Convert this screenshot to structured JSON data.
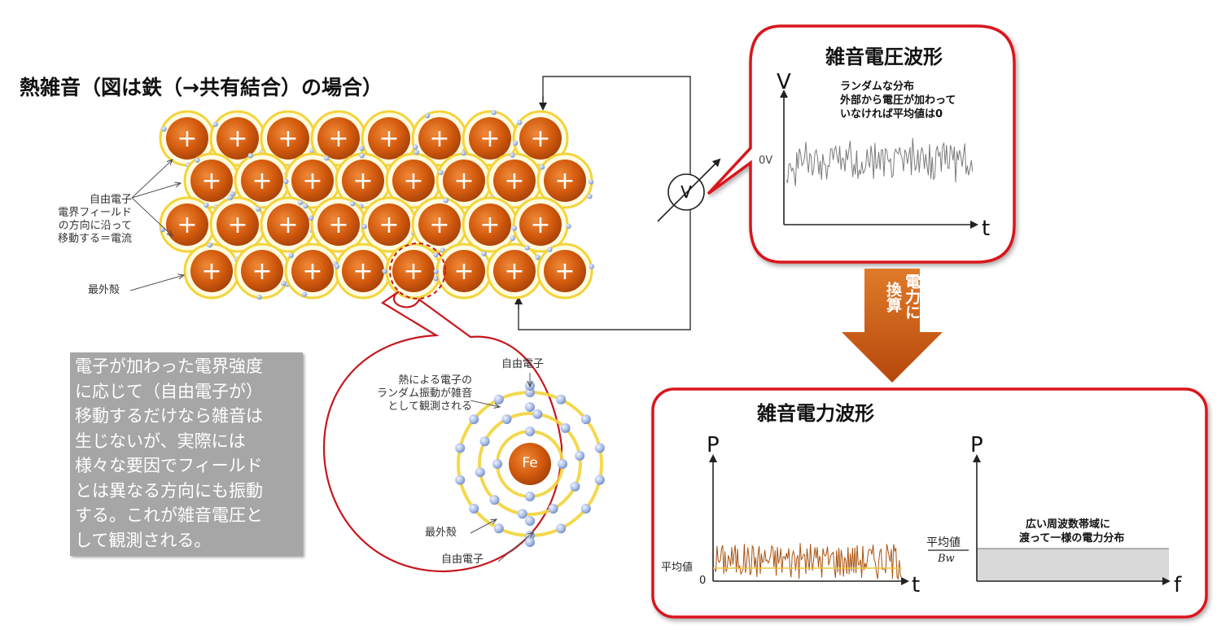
{
  "title": "熱雑音（図は鉄（→共有結合）の場合）",
  "lattice_labels": {
    "free_electron_lines": [
      "自由電子",
      "電界フィールド",
      "の方向に沿って",
      "移動する＝電流"
    ],
    "outer_shell": "最外殻",
    "plus_sign": "+"
  },
  "description_lines": [
    "電子が加わった電界強度",
    "に応じて（自由電子が）",
    "移動するだけなら雑音は",
    "生じないが、実際には",
    "様々な要因でフィールド",
    "とは異なる方向にも振動",
    "する。これが雑音電圧と",
    "して観測される。"
  ],
  "atom_detail": {
    "nucleus": "Fe",
    "free_electron_top": "自由電子",
    "vibration_lines": [
      "熱による電子の",
      "ランダム振動が雑音",
      "として観測される"
    ],
    "outer_shell": "最外殻",
    "free_electron_bottom": "自由電子"
  },
  "meter": {
    "label": "V"
  },
  "voltage_panel": {
    "title": "雑音電圧波形",
    "y_axis": "V",
    "x_axis": "t",
    "zero_label": "0V",
    "note_lines": [
      "ランダムな分布",
      "外部から電圧が加わって",
      "いなければ平均値は0"
    ]
  },
  "convert_arrow": {
    "lines": [
      "電力に",
      "換算"
    ]
  },
  "power_panel": {
    "title": "雑音電力波形",
    "left": {
      "y_axis": "P",
      "x_axis": "t",
      "avg_label": "平均値",
      "zero_label": "0"
    },
    "right": {
      "y_axis": "P",
      "x_axis": "f",
      "avg_label": "平均値",
      "bw_label": "Bw",
      "note_lines": [
        "広い周波数帯域に",
        "渡って一様の電力分布"
      ]
    }
  },
  "colors": {
    "accent_red": "#d9141c",
    "nucleus": "#d35a0d",
    "shell": "#f3d43a",
    "electron": "#9db2dd",
    "arrow": "#c8570f",
    "noise_gray": "#7a7a7a",
    "noise_brown": "#a9520f",
    "avg_line": "#f0c63a",
    "band_fill": "#d9d9d9"
  }
}
